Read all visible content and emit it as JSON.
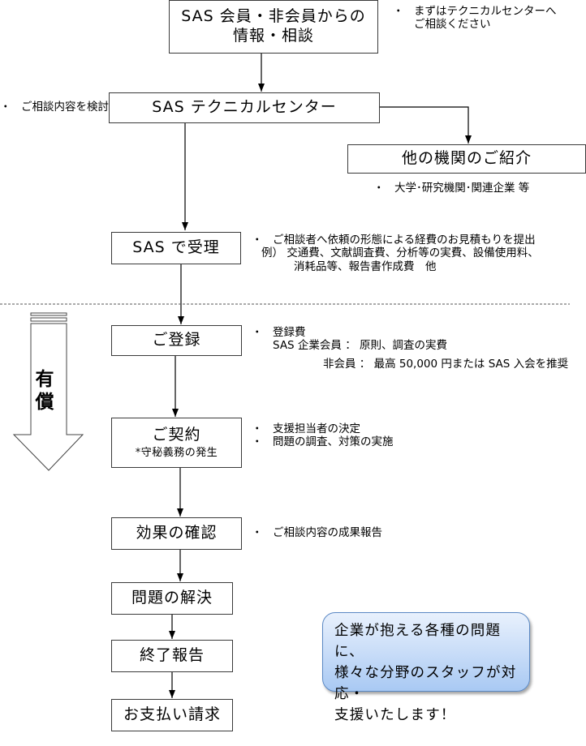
{
  "boxes": {
    "inquiry": {
      "line1": "SAS 会員・非会員からの",
      "line2": "情報・相談"
    },
    "tech_center": {
      "label": "SAS テクニカルセンター"
    },
    "referral": {
      "label": "他の機関のご紹介"
    },
    "reception": {
      "label": "SAS で受理"
    },
    "registration": {
      "label": "ご登録"
    },
    "contract": {
      "label": "ご契約",
      "sub": "*守秘義務の発生"
    },
    "confirmation": {
      "label": "効果の確認"
    },
    "resolution": {
      "label": "問題の解決"
    },
    "final_report": {
      "label": "終了報告"
    },
    "billing": {
      "label": "お支払い請求"
    }
  },
  "notes": {
    "bullet": "・",
    "inquiry": [
      "まずはテクニカルセンターへ",
      "ご相談ください"
    ],
    "tech_center": "ご相談内容を検討",
    "referral": "大学･研究機関･関連企業 等",
    "reception": {
      "line1": "ご相談者へ依頼の形態による経費のお見積もりを提出",
      "line2": "例） 交通費、文献調査費、分析等の実費、設備使用料、",
      "line3": "消耗品等、報告書作成費　他"
    },
    "registration": {
      "title": "登録費",
      "member": "SAS 企業会員 ： 原則、調査の実費",
      "nonmember": "非会員 ： 最高 50,000 円または SAS 入会を推奨"
    },
    "contract": [
      "支援担当者の決定",
      "問題の調査、対策の実施"
    ],
    "confirmation": "ご相談内容の成果報告"
  },
  "paid_arrow": {
    "label_line1": "有",
    "label_line2": "償"
  },
  "callout": {
    "line1": "企業が抱える各種の問題に、",
    "line2": "様々な分野のスタッフが対応・",
    "line3": "支援いたします！"
  }
}
